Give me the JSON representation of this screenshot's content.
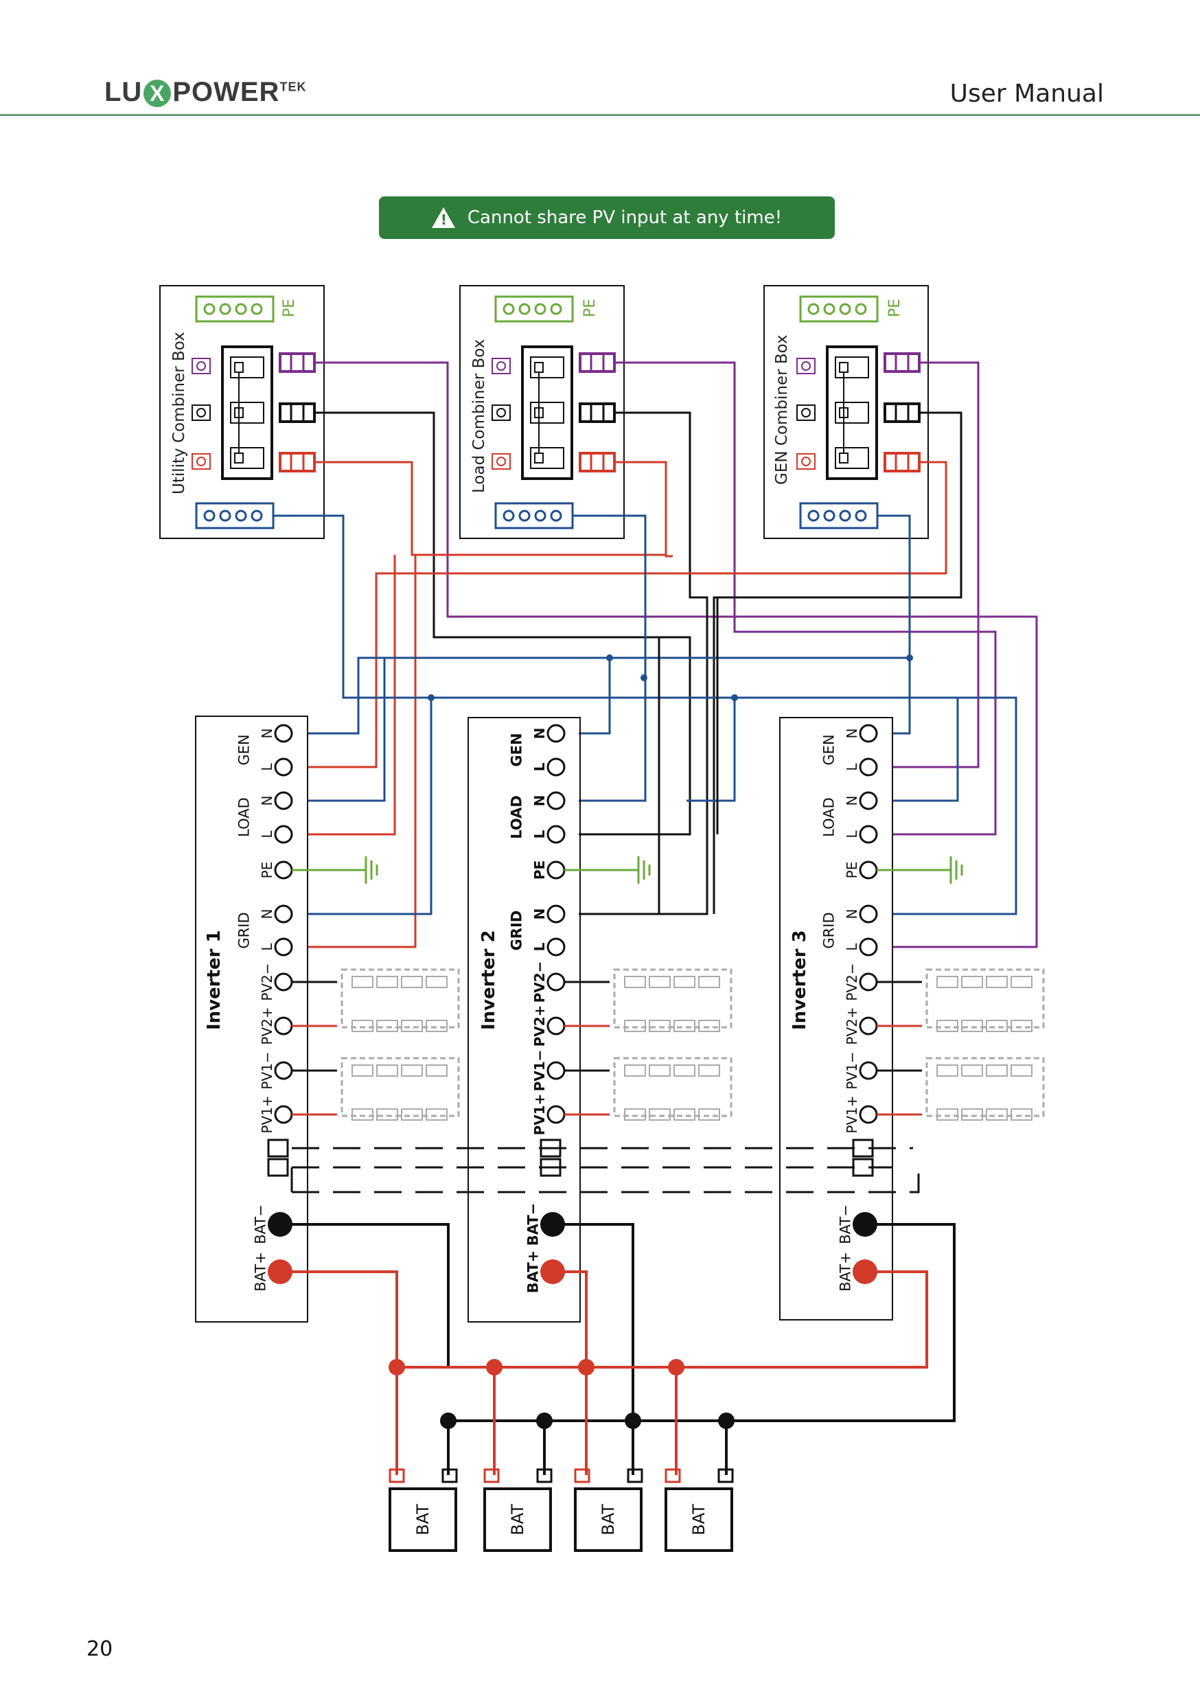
{
  "header": {
    "logo_text_a": "LU",
    "logo_text_x": "X",
    "logo_text_b": "POWER",
    "logo_sup": "TEK",
    "title": "User Manual"
  },
  "warning": {
    "text": "Cannot share PV input at any time!"
  },
  "combiners": [
    {
      "title": "Utility Combiner Box",
      "pe": "PE"
    },
    {
      "title": "Load Combiner Box",
      "pe": "PE"
    },
    {
      "title": "GEN Combiner Box",
      "pe": "PE"
    }
  ],
  "inverters": [
    {
      "title": "Inverter 1"
    },
    {
      "title": "Inverter 2"
    },
    {
      "title": "Inverter 3"
    }
  ],
  "terminal_labels": {
    "gen": "GEN",
    "load": "LOAD",
    "grid": "GRID",
    "pe": "PE",
    "n": "N",
    "l": "L",
    "pv2m": "PV2−",
    "pv2p": "PV2+",
    "pv1m": "PV1−",
    "pv1p": "PV1+",
    "batm": "BAT−",
    "batp": "BAT+"
  },
  "batteries": [
    "BAT",
    "BAT",
    "BAT",
    "BAT"
  ],
  "colors": {
    "purple": "#7b2d8b",
    "black": "#111111",
    "red": "#d23a2a",
    "blue": "#1f4f8f",
    "green": "#6aaa3a",
    "brand_green": "#2e7d3a"
  },
  "page_number": "20"
}
